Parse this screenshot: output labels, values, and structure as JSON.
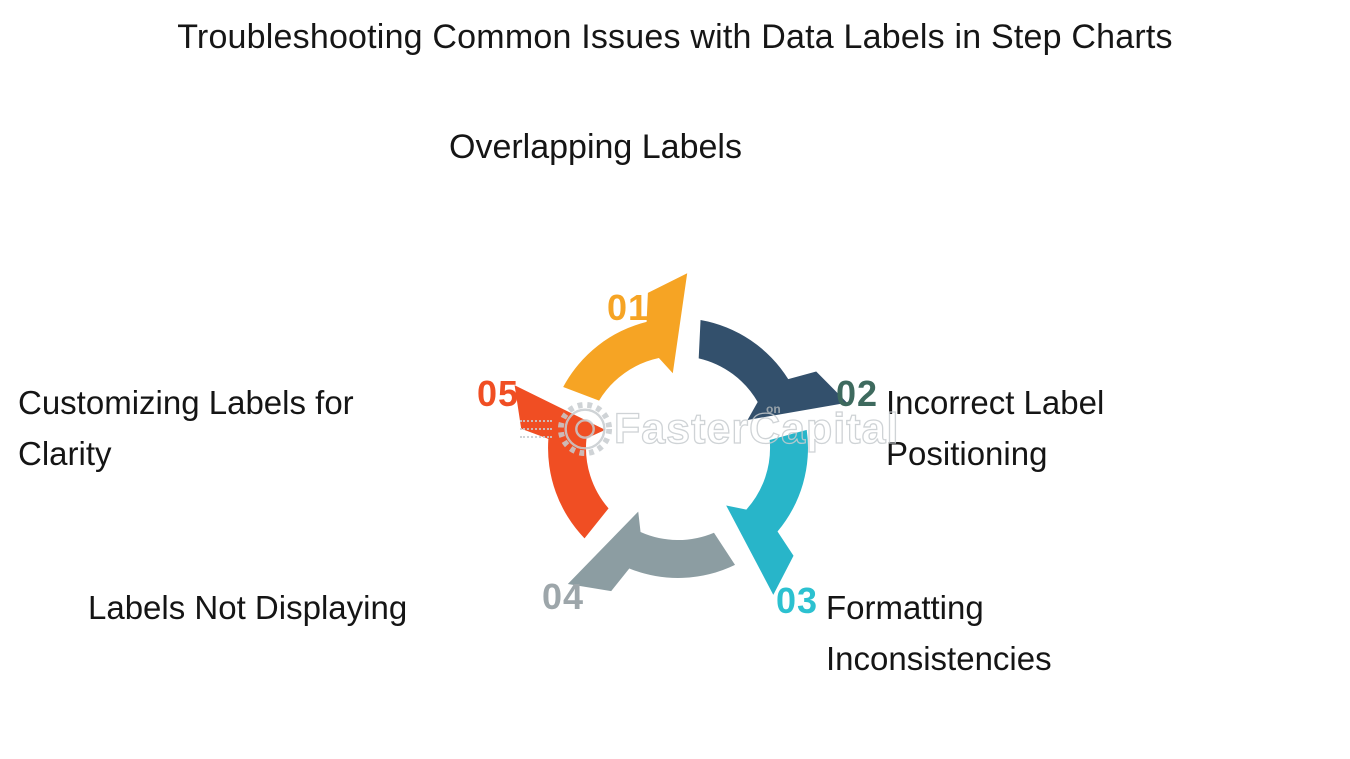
{
  "title": "Troubleshooting Common Issues with Data Labels in Step Charts",
  "diagram": {
    "type": "circular-cycle",
    "steps": [
      {
        "number": "01",
        "label": "Overlapping Labels",
        "arrow_color": "#F6A424",
        "number_color": "#F6A424",
        "position": "top"
      },
      {
        "number": "02",
        "label": "Incorrect Label\nPositioning",
        "arrow_color": "#33506C",
        "number_color": "#3E6A5E",
        "position": "right"
      },
      {
        "number": "03",
        "label": "Formatting\nInconsistencies",
        "arrow_color": "#28B5C9",
        "number_color": "#2CC1D0",
        "position": "bottom-right"
      },
      {
        "number": "04",
        "label": "Labels Not Displaying",
        "arrow_color": "#8C9DA2",
        "number_color": "#9DA6AA",
        "position": "bottom-left"
      },
      {
        "number": "05",
        "label": "Customizing Labels for\nClarity",
        "arrow_color": "#F04E23",
        "number_color": "#F04E23",
        "position": "left"
      }
    ]
  },
  "watermark": {
    "text": "FasterCapital",
    "fragment": "on",
    "color": "#c7cccf"
  },
  "background_color": "#ffffff",
  "text_color": "#151515"
}
